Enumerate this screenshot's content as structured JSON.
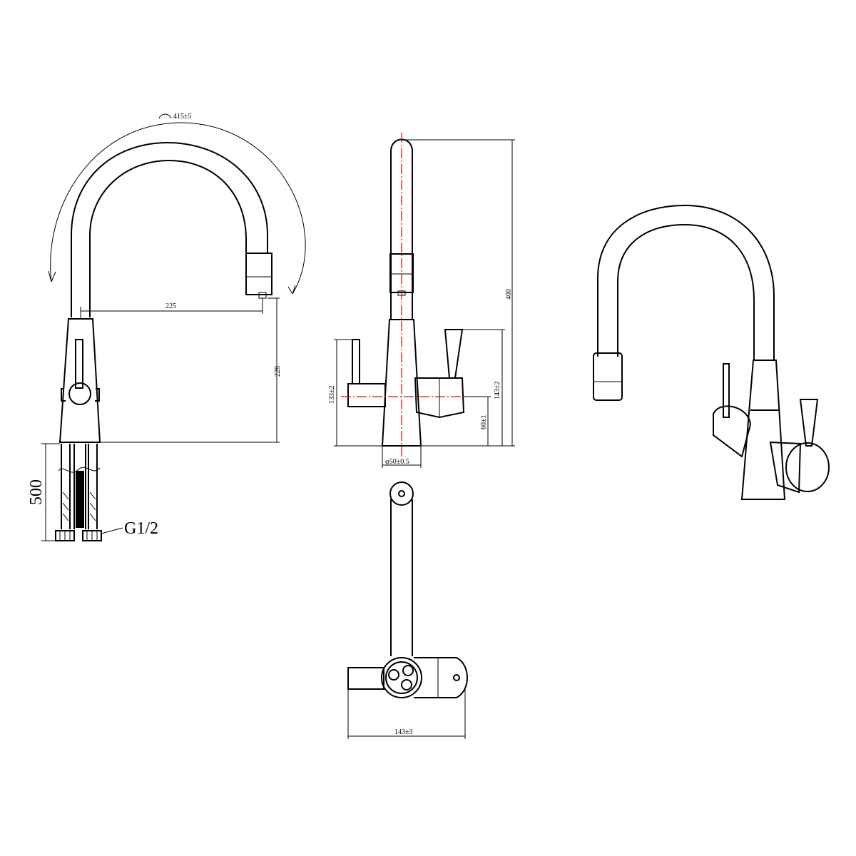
{
  "diagram": {
    "dimensions": {
      "arc_radius": "415±5",
      "spout_reach": "225",
      "spout_height": "228",
      "hose_length": "500",
      "thread": "G1/2",
      "total_height": "400",
      "lever_height_left": "133±2",
      "lever_height_right": "143±2",
      "outlet_height": "60±1",
      "base_diameter": "φ50±0.5",
      "top_width": "143±3"
    },
    "colors": {
      "line": "#000000",
      "centerline": "#e00000"
    }
  }
}
